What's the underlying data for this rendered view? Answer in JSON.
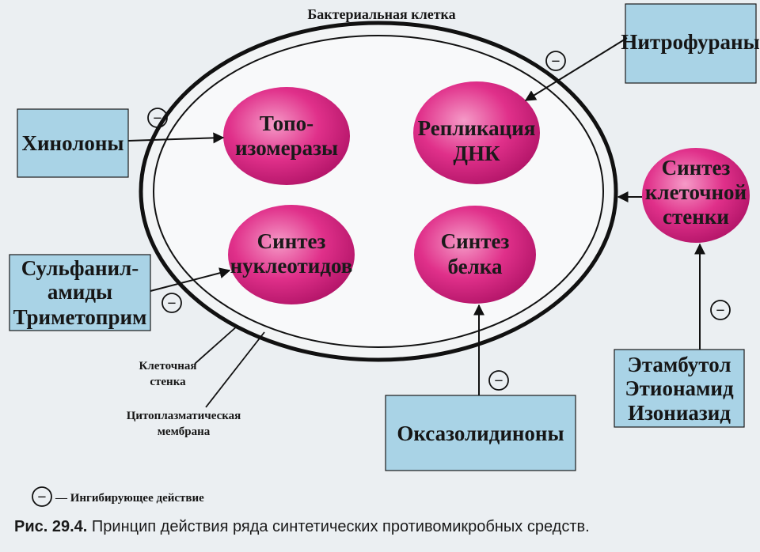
{
  "title": "Бактериальная клетка",
  "drugs": {
    "quinolones": "Хинолоны",
    "nitrofurans": "Нитрофураны",
    "sulfa_line1": "Сульфанил-",
    "sulfa_line2": "амиды",
    "sulfa_line3": "Триметоприм",
    "oxazolidinones": "Оксазолидиноны",
    "ethambutol": "Этамбутол",
    "ethionamide": "Этионамид",
    "isoniazid": "Изониазид"
  },
  "targets": {
    "topo_line1": "Топо-",
    "topo_line2": "изомеразы",
    "dna_line1": "Репликация",
    "dna_line2": "ДНК",
    "nucl_line1": "Синтез",
    "nucl_line2": "нуклеотидов",
    "protein_line1": "Синтез",
    "protein_line2": "белка",
    "wall_line1": "Синтез",
    "wall_line2": "клеточной",
    "wall_line3": "стенки"
  },
  "structures": {
    "cell_wall_line1": "Клеточная",
    "cell_wall_line2": "стенка",
    "membrane_line1": "Цитоплазматическая",
    "membrane_line2": "мембрана"
  },
  "inhibit_symbol": "−",
  "legend": "— Ингибирующее действие",
  "caption": {
    "label": "Рис. 29.4.",
    "text": "Принцип действия ряда синтетических противомикробных средств."
  },
  "colors": {
    "drug_box": "#a9d3e6",
    "target_node": "#e0308a",
    "background": "#ebeff2"
  }
}
